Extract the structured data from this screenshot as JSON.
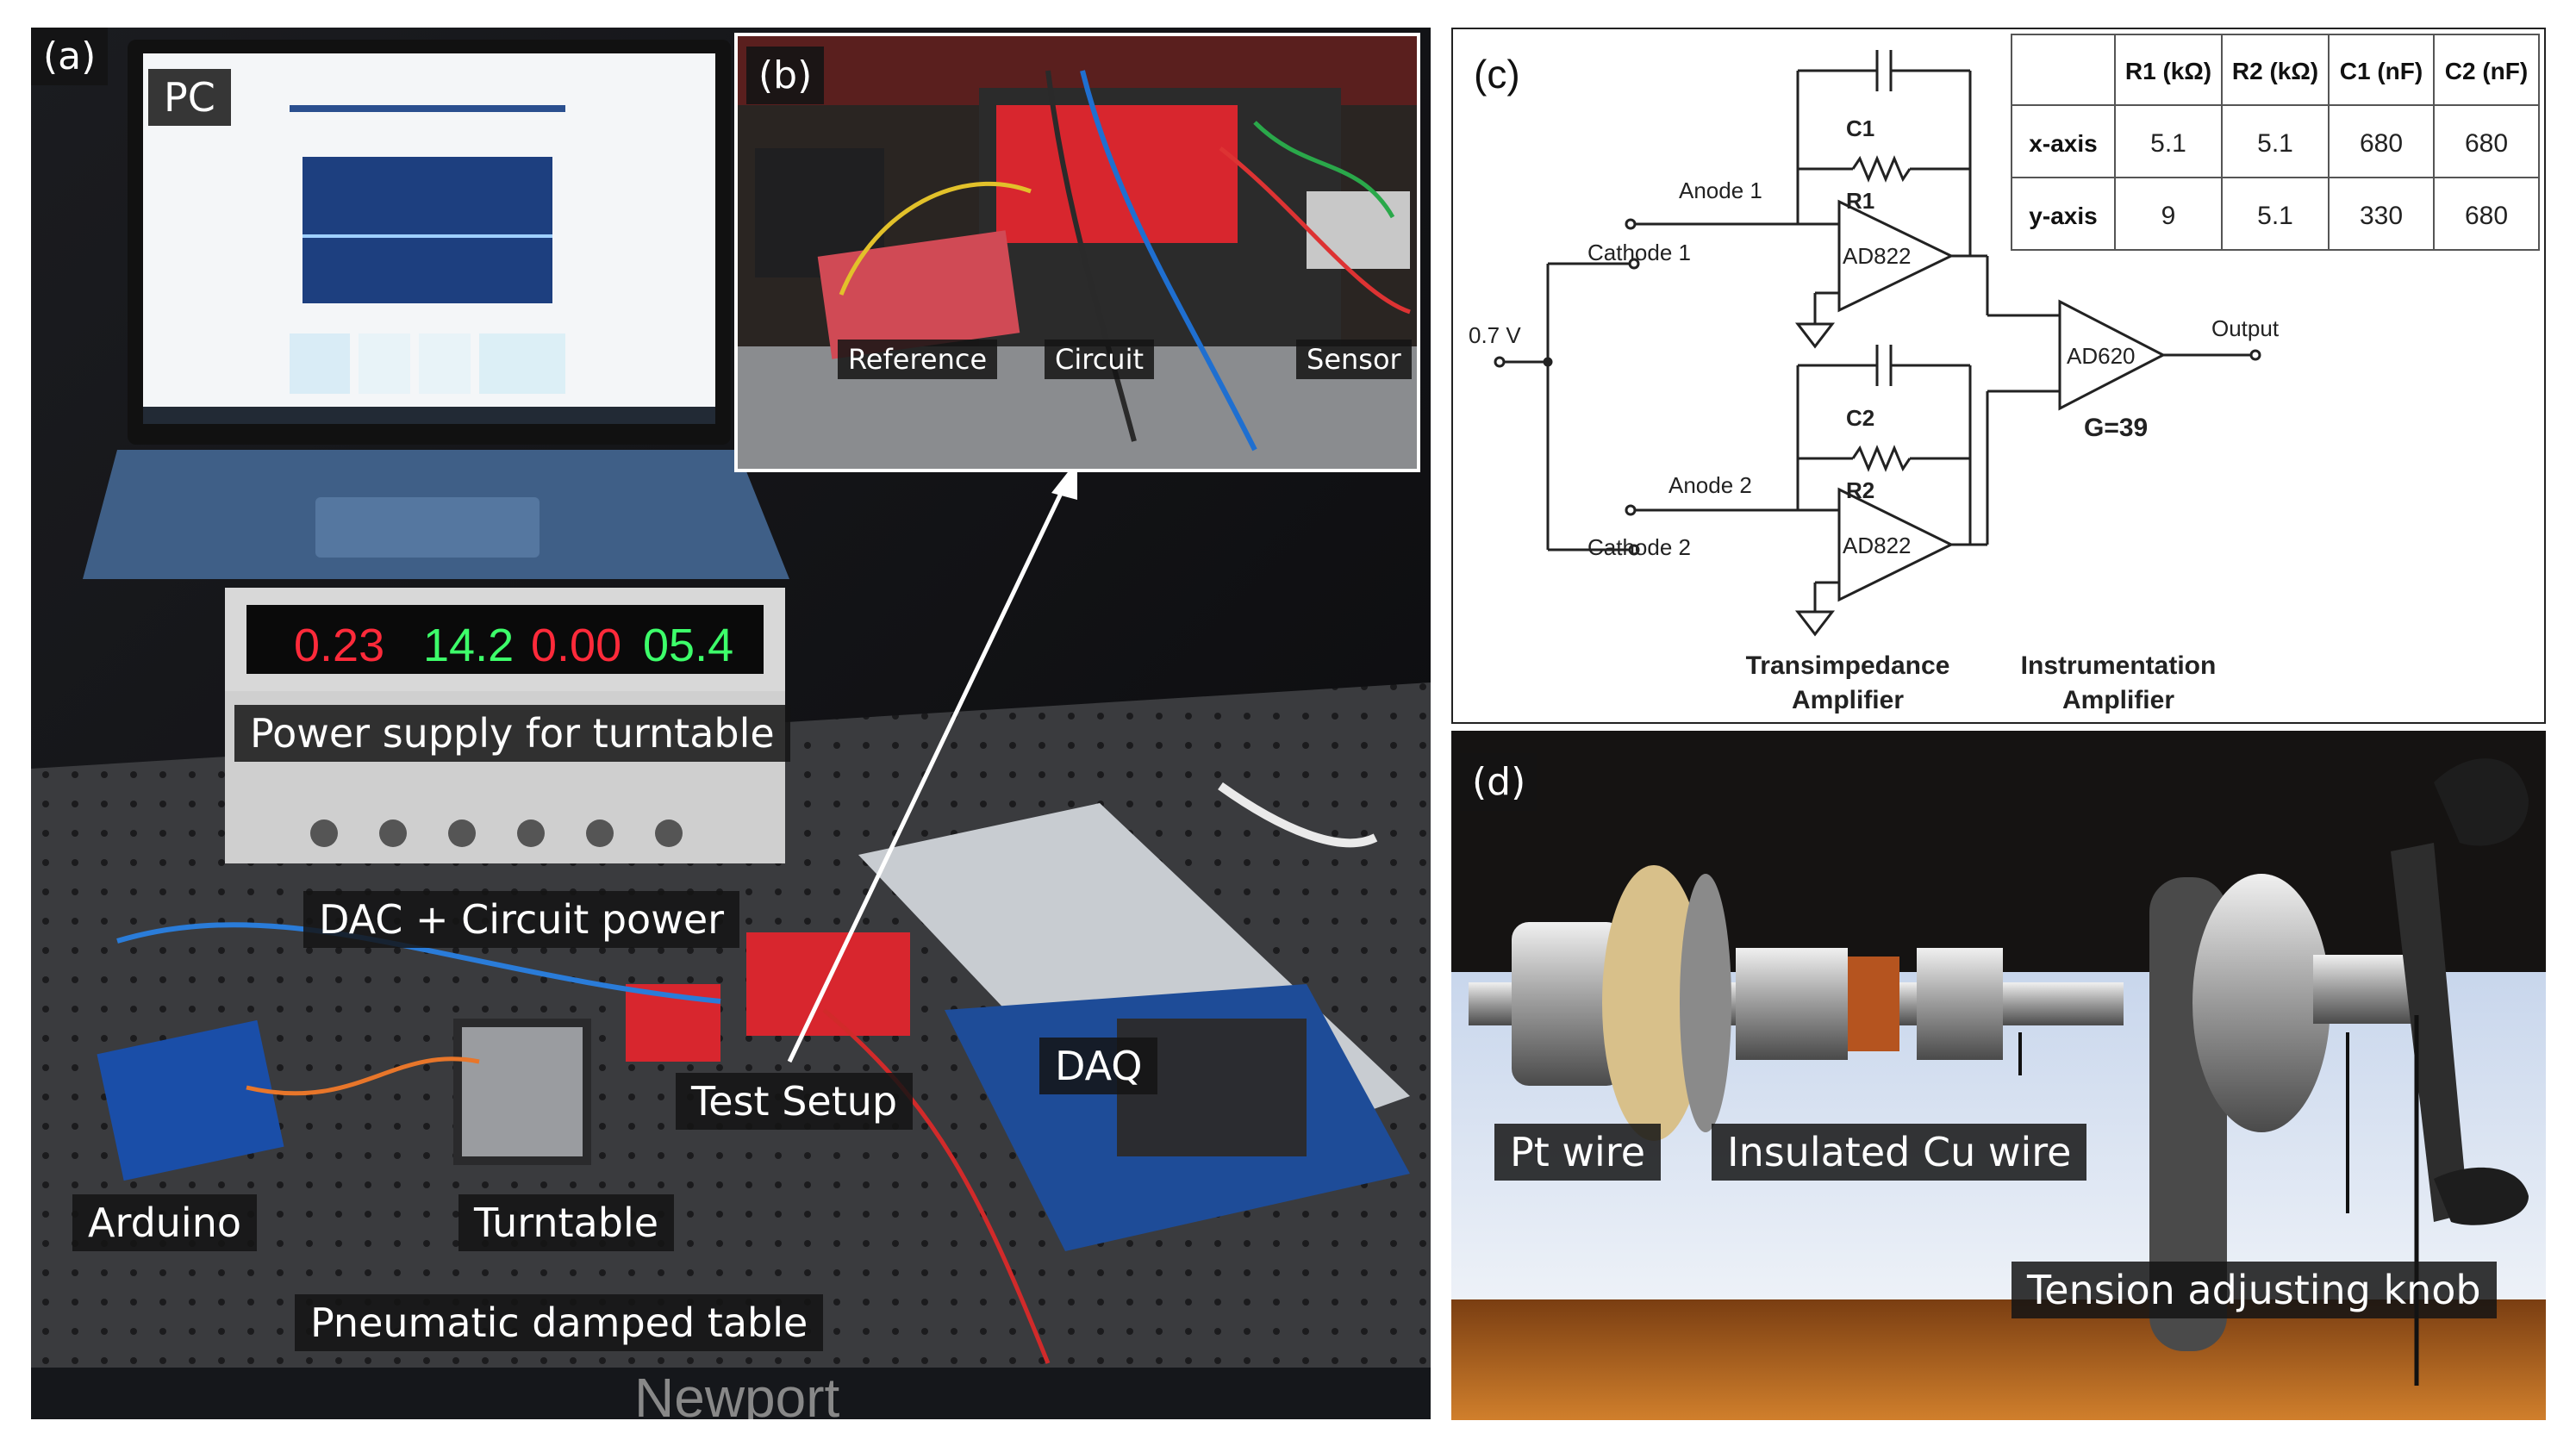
{
  "panel_a": {
    "tag": "(a)",
    "labels": {
      "pc": "PC",
      "power_supply": "Power supply for turntable",
      "dac_power": "DAC + Circuit power",
      "test_setup": "Test Setup",
      "daq": "DAQ",
      "arduino": "Arduino",
      "turntable": "Turntable",
      "table": "Pneumatic damped table"
    },
    "supply_readout": [
      "0.23",
      "14.2",
      "0.00",
      "05.4"
    ],
    "brand_text": "Newport"
  },
  "panel_b": {
    "tag": "(b)",
    "labels": {
      "reference": "Reference",
      "circuit": "Circuit",
      "sensor": "Sensor"
    }
  },
  "panel_c": {
    "tag": "(c)",
    "table": {
      "headers": [
        "",
        "R1 (kΩ)",
        "R2 (kΩ)",
        "C1 (nF)",
        "C2 (nF)"
      ],
      "rows": [
        [
          "x-axis",
          "5.1",
          "5.1",
          "680",
          "680"
        ],
        [
          "y-axis",
          "9",
          "5.1",
          "330",
          "680"
        ]
      ]
    },
    "schematic": {
      "c1": "C1",
      "r1": "R1",
      "c2": "C2",
      "r2": "R2",
      "anode1": "Anode 1",
      "cathode1": "Cathode 1",
      "anode2": "Anode 2",
      "cathode2": "Cathode 2",
      "bias": "0.7 V",
      "opamp_top": "AD822",
      "opamp_bottom": "AD822",
      "inamp": "AD620",
      "gain": "G=39",
      "output": "Output",
      "caption_left_1": "Transimpedance",
      "caption_left_2": "Amplifier",
      "caption_right_1": "Instrumentation",
      "caption_right_2": "Amplifier"
    }
  },
  "panel_d": {
    "tag": "(d)",
    "labels": {
      "pt_wire": "Pt wire",
      "cu_wire": "Insulated Cu wire",
      "knob": "Tension adjusting knob"
    }
  },
  "colors": {
    "display_red": "#ff2a3a",
    "display_green": "#3dff6a",
    "board_red": "#d8262e",
    "laptop_blue": "#3f5f87"
  }
}
